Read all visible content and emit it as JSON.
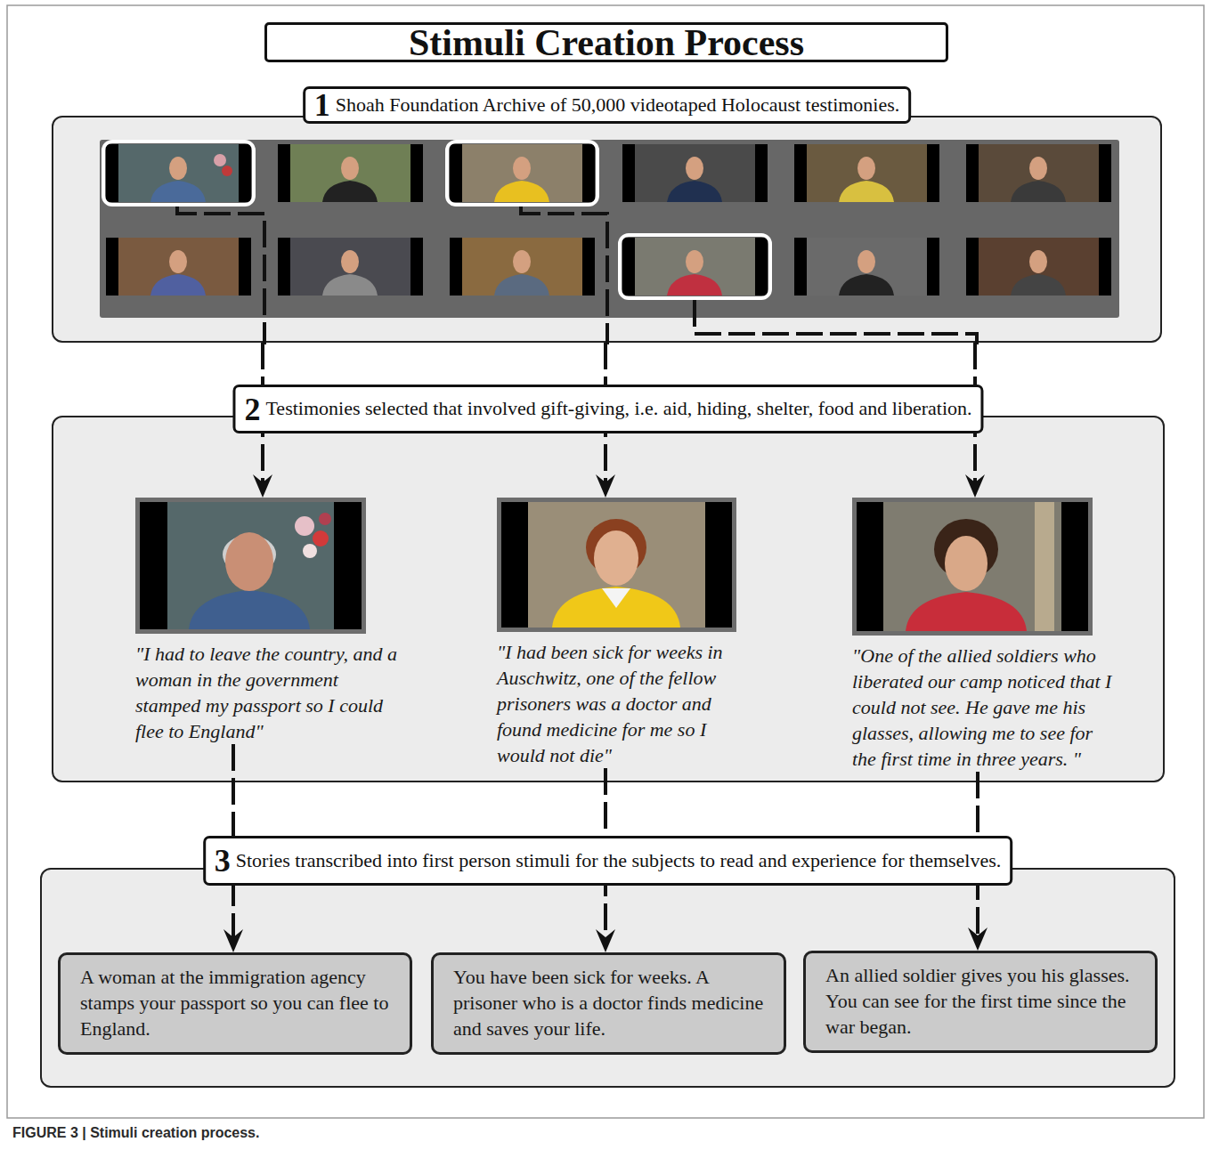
{
  "diagram": {
    "title": "Stimuli Creation Process",
    "caption": "FIGURE 3 | Stimuli creation process.",
    "nodes": [
      {
        "text": [
          "1",
          "Shoah Foundation Archive of 50,000 videotaped Holocaust testimonies."
        ]
      },
      {
        "text": [
          "2",
          "Testimonies selected that involved gift-giving, i.e. aid, hiding, shelter, food and liberation."
        ]
      },
      {
        "text": [
          "\"I had to leave the country, and a woman in the government stamped my passport so I could flee to England\""
        ],
        "in": 1
      },
      {
        "text": [
          "\"I had been sick for weeks in Auschwitz, one of the fellow prisoners was a doctor and found medicine for me so I would not die\""
        ],
        "in": 1
      },
      {
        "text": [
          "\"One of the allied soldiers who liberated our camp noticed that I could not see. He gave me his glasses, allowing me to see for the first time in three years. \""
        ],
        "in": 1
      },
      {
        "text": [
          "3",
          "Stories transcribed into first person stimuli for the subjects to read and experience for themselves."
        ]
      },
      {
        "text": [
          "A woman at the immigration agency stamps your passport so you can flee to England."
        ],
        "in": 5
      },
      {
        "text": [
          "You have been sick for weeks. A prisoner who is a doctor finds medicine and saves your life."
        ],
        "in": 5
      },
      {
        "text": [
          "An allied soldier gives you his glasses. You can see for the first time since the war began."
        ],
        "in": 5
      }
    ],
    "edges": [
      {
        "from": 0,
        "to": 2,
        "arrow": "to"
      },
      {
        "from": 0,
        "to": 3,
        "arrow": "to"
      },
      {
        "from": 0,
        "to": 4,
        "arrow": "to"
      },
      {
        "from": 2,
        "to": 6,
        "arrow": "to"
      },
      {
        "from": 3,
        "to": 7,
        "arrow": "to"
      },
      {
        "from": 4,
        "to": 8,
        "arrow": "to"
      }
    ]
  }
}
